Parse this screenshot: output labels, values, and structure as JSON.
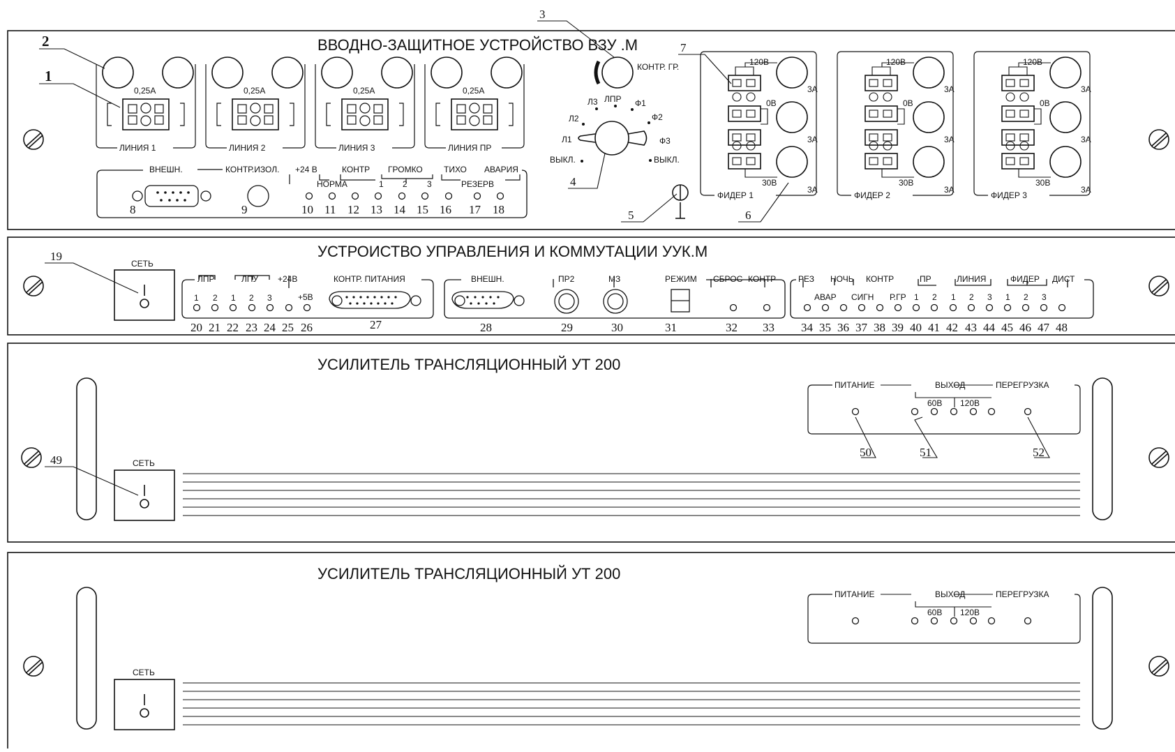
{
  "panels": {
    "vzu": {
      "title": "ВВОДНО-ЗАЩИТНОЕ УСТРОЙСТВО  ВЗУ .М",
      "lines": [
        {
          "label": "ЛИНИЯ 1",
          "fuse": "0,25А"
        },
        {
          "label": "ЛИНИЯ 2",
          "fuse": "0,25А"
        },
        {
          "label": "ЛИНИЯ 3",
          "fuse": "0,25А"
        },
        {
          "label": "ЛИНИЯ ПР",
          "fuse": "0,25А"
        }
      ],
      "control_gr": "КОНТР. ГР.",
      "selector": {
        "l3": "Л3",
        "lpr": "ЛПР",
        "f1": "Ф1",
        "l2": "Л2",
        "f2": "Ф2",
        "l1": "Л1",
        "f3": "Ф3",
        "off_left": "ВЫКЛ.",
        "off_right": "ВЫКЛ."
      },
      "bottom": {
        "ext": "ВНЕШН.",
        "iso": "КОНТР.ИЗОЛ.",
        "p24": "+24 В",
        "norma": "НОРМА",
        "kontr": "КОНТР",
        "gromko": "ГРОМКО",
        "g1": "1",
        "g2": "2",
        "g3": "3",
        "tiho": "ТИХО",
        "rezerv": "РЕЗЕРВ",
        "avaria": "АВАРИЯ"
      },
      "feeders": [
        {
          "label": "ФИДЕР 1",
          "v120": "120В",
          "v0": "0В",
          "v30": "30В",
          "amp": "3А"
        },
        {
          "label": "ФИДЕР 2",
          "v120": "120В",
          "v0": "0В",
          "v30": "30В",
          "amp": "3А"
        },
        {
          "label": "ФИДЕР 3",
          "v120": "120В",
          "v0": "0В",
          "v30": "30В",
          "amp": "3А"
        }
      ]
    },
    "uuk": {
      "title": "УСТРОИСТВО УПРАВЛЕНИЯ И КОММУТАЦИИ   УУК.М",
      "set": "СЕТЬ",
      "g1": {
        "lpr": "ЛПР",
        "lpu": "ЛПУ",
        "p24": "+24В",
        "p5": "+5В",
        "kontr_pit": "КОНТР. ПИТАНИЯ",
        "n1": "1",
        "n2": "2",
        "n3": "3"
      },
      "g2": {
        "ext": "ВНЕШН.",
        "pr2": "ПР2",
        "mz": "МЗ",
        "mode": "РЕЖИМ",
        "reset": "СБРОС",
        "kontr": "КОНТР"
      },
      "g3": {
        "rez": "РЕЗ",
        "avar": "АВАР",
        "noch": "НОЧЬ",
        "sign": "СИГН",
        "kontr": "КОНТР",
        "rgr": "Р.ГР",
        "pr": "ПР",
        "liniya": "ЛИНИЯ",
        "fider": "ФИДЕР",
        "dist": "ДИСТ",
        "n1": "1",
        "n2": "2",
        "n3": "3"
      }
    },
    "ut1": {
      "title": "УСИЛИТЕЛЬ ТРАНСЛЯЦИОННЫЙ  УТ 200",
      "set": "СЕТЬ",
      "pitanie": "ПИТАНИЕ",
      "vyhod": "ВЫХОД",
      "peregruzka": "ПЕРЕГРУЗКА",
      "v60": "60В",
      "v120": "120В"
    },
    "ut2": {
      "title": "УСИЛИТЕЛЬ ТРАНСЛЯЦИОННЫЙ  УТ 200",
      "set": "СЕТЬ",
      "pitanie": "ПИТАНИЕ",
      "vyhod": "ВЫХОД",
      "peregruzka": "ПЕРЕГРУЗКА",
      "v60": "60В",
      "v120": "120В"
    }
  },
  "callouts": [
    "1",
    "2",
    "3",
    "4",
    "5",
    "6",
    "7",
    "8",
    "9",
    "10",
    "11",
    "12",
    "13",
    "14",
    "15",
    "16",
    "17",
    "18",
    "19",
    "20",
    "21",
    "22",
    "23",
    "24",
    "25",
    "26",
    "27",
    "28",
    "29",
    "30",
    "31",
    "32",
    "33",
    "34",
    "35",
    "36",
    "37",
    "38",
    "39",
    "40",
    "41",
    "42",
    "43",
    "44",
    "45",
    "46",
    "47",
    "48",
    "49",
    "50",
    "51",
    "52"
  ]
}
